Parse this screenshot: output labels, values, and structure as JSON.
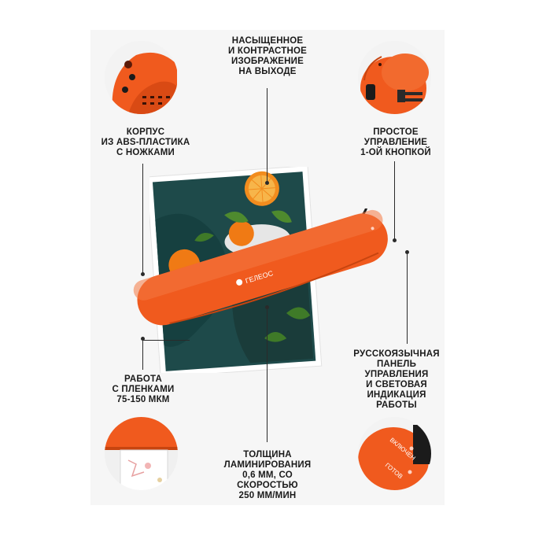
{
  "callouts": {
    "top_center": [
      "НАСЫЩЕННОЕ",
      "И КОНТРАСТНОЕ",
      "ИЗОБРАЖЕНИЕ",
      "НА ВЫХОДЕ"
    ],
    "left_upper": [
      "КОРПУС",
      "ИЗ ABS-ПЛАСТИКА",
      "С НОЖКАМИ"
    ],
    "right_upper": [
      "ПРОСТОЕ",
      "УПРАВЛЕНИЕ",
      "1-ОЙ КНОПКОЙ"
    ],
    "right_lower": [
      "РУССКОЯЗЫЧНАЯ",
      "ПАНЕЛЬ",
      "УПРАВЛЕНИЯ",
      "И СВЕТОВАЯ",
      "ИНДИКАЦИЯ",
      "РАБОТЫ"
    ],
    "left_lower": [
      "РАБОТА",
      "С ПЛЕНКАМИ",
      "75-150 МКМ"
    ],
    "bottom_center": [
      "ТОЛЩИНА",
      "ЛАМИНИРОВАНИЯ",
      "0,6 ММ, СО СКОРОСТЬЮ",
      "250 ММ/МИН"
    ]
  },
  "device": {
    "brand": "ГЕЛЕОС",
    "indicator_on": "ВКЛЮЧЕН",
    "indicator_ready": "ГОТОВ"
  },
  "colors": {
    "orange": "#f05a1e",
    "dark_teal": "#1e4a4a",
    "line": "#2a2a2a"
  }
}
